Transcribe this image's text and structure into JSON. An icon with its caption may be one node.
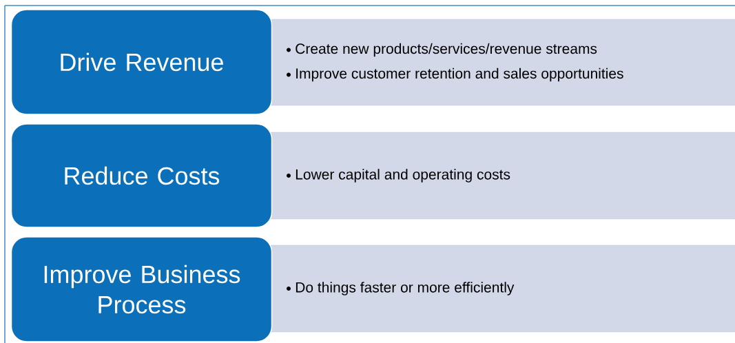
{
  "diagram": {
    "nodes": [
      {
        "text": [
          "Drive Revenue"
        ]
      },
      {
        "text": [
          "Create new products/services/revenue streams",
          "Improve customer retention and sales opportunities"
        ]
      },
      {
        "text": [
          "Reduce Costs"
        ]
      },
      {
        "text": [
          "Lower capital and operating costs"
        ]
      },
      {
        "text": [
          "Improve Business Process"
        ]
      },
      {
        "text": [
          "Do things faster or more efficiently"
        ]
      }
    ]
  }
}
